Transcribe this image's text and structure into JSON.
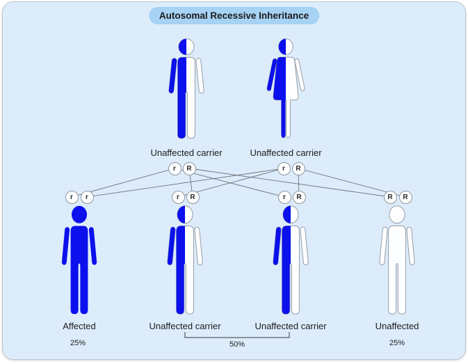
{
  "title": "Autosomal Recessive Inheritance",
  "parents": [
    {
      "id": "parent-father",
      "sex": "male",
      "status": "carrier",
      "label": "Unaffected carrier",
      "alleles": [
        "r",
        "R"
      ]
    },
    {
      "id": "parent-mother",
      "sex": "female",
      "status": "carrier",
      "label": "Unaffected carrier",
      "alleles": [
        "r",
        "R"
      ]
    }
  ],
  "children": [
    {
      "id": "child-1",
      "sex": "male",
      "status": "affected",
      "label": "Affected",
      "alleles": [
        "r",
        "r"
      ]
    },
    {
      "id": "child-2",
      "sex": "male",
      "status": "carrier",
      "label": "Unaffected carrier",
      "alleles": [
        "r",
        "R"
      ]
    },
    {
      "id": "child-3",
      "sex": "male",
      "status": "carrier",
      "label": "Unaffected carrier",
      "alleles": [
        "r",
        "R"
      ]
    },
    {
      "id": "child-4",
      "sex": "male",
      "status": "unaffected",
      "label": "Unaffected",
      "alleles": [
        "R",
        "R"
      ]
    }
  ],
  "probabilities": {
    "affected": "25%",
    "carriers": "50%",
    "unaffected": "25%"
  },
  "connections": [
    {
      "from": "parent-father.r",
      "to": "child-1.allele-1"
    },
    {
      "from": "parent-mother.r",
      "to": "child-1.allele-2"
    },
    {
      "from": "parent-mother.r",
      "to": "child-2.allele-1"
    },
    {
      "from": "parent-father.R",
      "to": "child-2.allele-2"
    },
    {
      "from": "parent-father.r",
      "to": "child-3.allele-1"
    },
    {
      "from": "parent-mother.R",
      "to": "child-3.allele-2"
    },
    {
      "from": "parent-father.R",
      "to": "child-4.allele-1"
    },
    {
      "from": "parent-mother.R",
      "to": "child-4.allele-2"
    }
  ],
  "colors": {
    "affected_blue": "#0c10ec",
    "background": "#dcecfb",
    "title_bg": "#a6d2f4",
    "outline_gray": "#969da5",
    "line_gray": "#6d7277",
    "text_dark": "#1b1b1b"
  }
}
